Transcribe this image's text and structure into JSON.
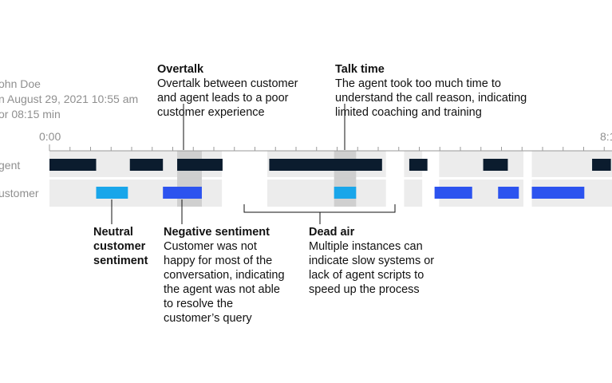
{
  "call_info": {
    "name": "ohn Doe",
    "date": "n August 29, 2021 10:55 am",
    "duration": "or 08:15 min"
  },
  "timeline": {
    "start_label": "0:00",
    "end_label": "8:1",
    "rows": {
      "agent": "gent",
      "customer": "ustomer"
    }
  },
  "annotations": {
    "overtalk": {
      "title": "Overtalk",
      "lines": [
        "Overtalk between customer",
        "and agent leads to a poor",
        "customer experience"
      ]
    },
    "talk_time": {
      "title": "Talk time",
      "lines": [
        "The agent took too much time to",
        "understand the call reason, indicating",
        "limited coaching and training"
      ]
    },
    "neutral": {
      "title_lines": [
        "Neutral",
        "customer",
        "sentiment"
      ]
    },
    "negative": {
      "title": "Negative sentiment",
      "lines": [
        "Customer was not",
        "happy for most of the",
        "conversation, indicating",
        "the agent was not able",
        "to resolve the",
        "customer’s query"
      ]
    },
    "dead_air": {
      "title": "Dead air",
      "lines": [
        "Multiple instances can",
        "indicate slow systems or",
        "lack of agent scripts to",
        "speed up the process"
      ]
    }
  },
  "colors": {
    "track_bg": "#ececec",
    "highlight": "#cfcfcf",
    "agent_bar": "#0b1c2e",
    "neutral_bar": "#19a6ea",
    "negative_bar": "#2c53ef",
    "muted_text": "#8f8f8f"
  },
  "segments": {
    "agent": [
      [
        0,
        7.2
      ],
      [
        12.4,
        17.5
      ],
      [
        19.7,
        26.7
      ],
      [
        33.9,
        51.3
      ],
      [
        55.5,
        58.3
      ],
      [
        66.9,
        70.7
      ],
      [
        83.7,
        86.6
      ]
    ],
    "customer_neutral": [
      [
        7.2,
        12.1
      ],
      [
        43.9,
        47.3
      ]
    ],
    "customer_negative": [
      [
        17.5,
        23.5
      ],
      [
        59.4,
        65.2
      ],
      [
        69.2,
        72.4
      ],
      [
        74.4,
        82.5
      ]
    ],
    "background_gaps": [
      [
        26.6,
        33.6
      ],
      [
        51.9,
        54.7
      ],
      [
        57.5,
        60.1
      ],
      [
        73.1,
        74.4
      ]
    ],
    "highlights": [
      [
        19.7,
        23.5
      ],
      [
        43.9,
        47.3
      ]
    ]
  }
}
